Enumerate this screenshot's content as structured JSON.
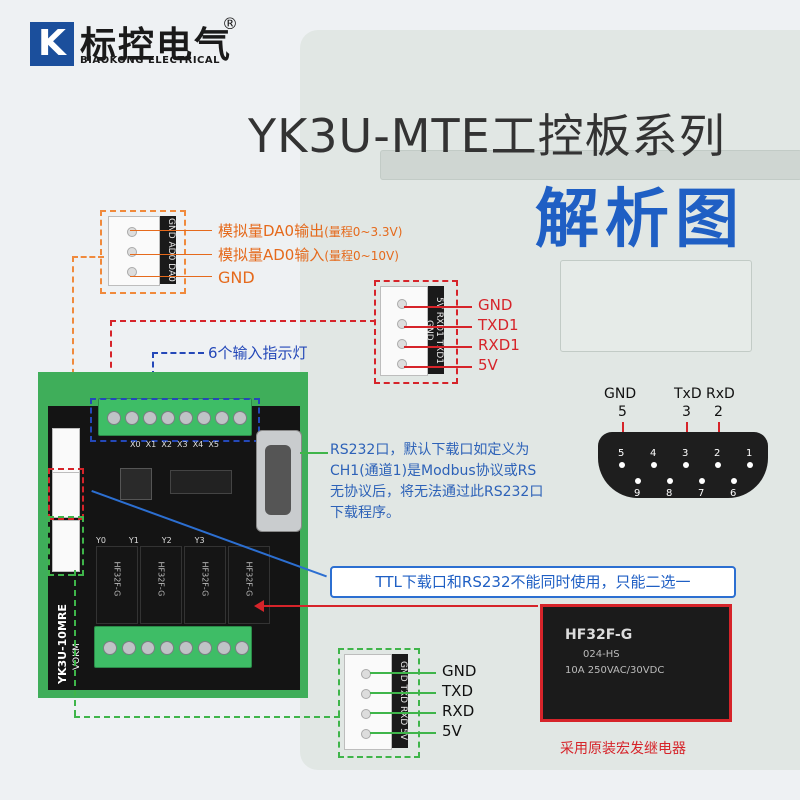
{
  "logo": {
    "mark": "K",
    "cn": "标控电气",
    "reg": "®",
    "en": "BIAOKONG ELECTRICAL"
  },
  "title": {
    "series": "YK3U-MTE工控板系列",
    "subtitle": "解析图"
  },
  "analog": {
    "da_label": "模拟量DA0输出",
    "da_range": "(量程0~3.3V)",
    "ad_label": "模拟量AD0输入",
    "ad_range": "(量程0~10V)",
    "gnd": "GND",
    "strip": "GND AD0 DA0"
  },
  "ttl_top": {
    "pins": [
      "GND",
      "TXD1",
      "RXD1",
      "5V"
    ],
    "strip": "5V RXD1 TXD1 GND"
  },
  "inputs": {
    "label": "6个输入指示灯"
  },
  "rs232": {
    "desc_lines": [
      "RS232口，默认下载口如定义为",
      "CH1(通道1)是Modbus协议或RS",
      "无协议后，将无法通过此RS232口",
      "下载程序。"
    ]
  },
  "db9": {
    "top_labels": [
      {
        "name": "GND",
        "num": "5"
      },
      {
        "name": "TxD",
        "num": "3"
      },
      {
        "name": "RxD",
        "num": "2"
      }
    ],
    "row1": [
      "5",
      "4",
      "3",
      "2",
      "1"
    ],
    "row2": [
      "9",
      "8",
      "7",
      "6"
    ]
  },
  "note": "TTL下载口和RS232不能同时使用，只能二选一",
  "ttl_bottom": {
    "pins": [
      "GND",
      "TXD",
      "RXD",
      "5V"
    ],
    "strip": "GND TXD RXD 5V"
  },
  "board": {
    "model": "YK3U-10MRE",
    "brand": "VOKM",
    "relays": [
      "HF32F-G",
      "HF32F-G",
      "HF32F-G",
      "HF32F-G"
    ],
    "input_labels": [
      "X0",
      "X1",
      "X2",
      "X3",
      "X4",
      "X5"
    ],
    "output_labels": [
      "Y0",
      "Y1",
      "Y2",
      "Y3"
    ]
  },
  "relay_photo": {
    "model": "HF32F-G",
    "spec1": "024-HS",
    "spec2": "10A 250VAC/30VDC",
    "caption": "采用原装宏发继电器"
  },
  "colors": {
    "brand_blue": "#1f5fc4",
    "orange": "#e56a1c",
    "red": "#d6242a",
    "green": "#3fb54a"
  }
}
